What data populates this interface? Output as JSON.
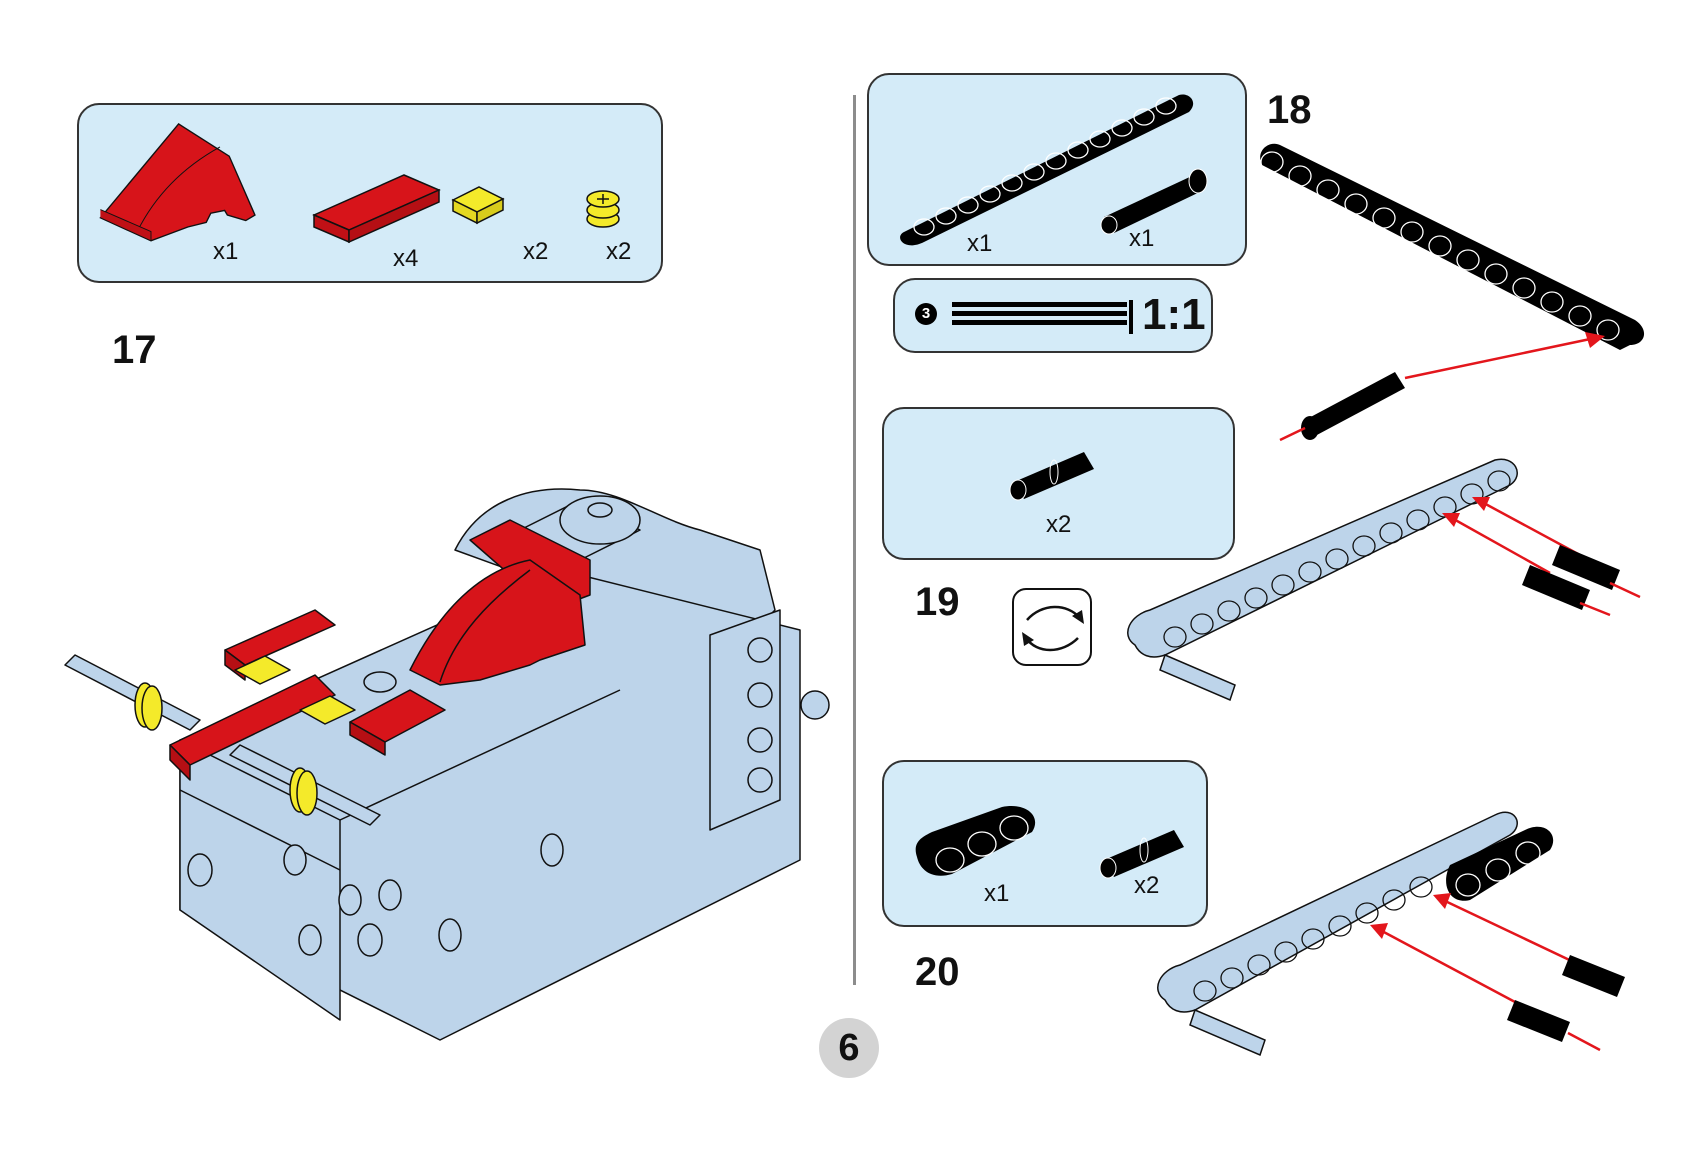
{
  "page": {
    "number": "6"
  },
  "colors": {
    "parts_bg": "#d4ebf8",
    "red": "#d7141a",
    "yellow": "#f4ea2a",
    "light_gray_blue": "#bdd4ea",
    "black": "#000000",
    "arrow": "#e3161c"
  },
  "steps": [
    {
      "number": "17",
      "parts": [
        {
          "name": "red-curved-slope",
          "qty": "x1"
        },
        {
          "name": "red-tile-1x4",
          "qty": "x4"
        },
        {
          "name": "yellow-tile-1x1",
          "qty": "x2"
        },
        {
          "name": "yellow-bush",
          "qty": "x2"
        }
      ]
    },
    {
      "number": "18",
      "parts": [
        {
          "name": "black-beam-13",
          "qty": "x1"
        },
        {
          "name": "black-axle-pin",
          "qty": "x1"
        }
      ],
      "scale": {
        "marker": "3",
        "label": "1:1"
      }
    },
    {
      "number": "19",
      "parts": [
        {
          "name": "black-connector-pin",
          "qty": "x2"
        }
      ],
      "rotate_icon": "rotate-icon"
    },
    {
      "number": "20",
      "parts": [
        {
          "name": "black-beam-3",
          "qty": "x1"
        },
        {
          "name": "black-connector-pin",
          "qty": "x2"
        }
      ]
    }
  ]
}
